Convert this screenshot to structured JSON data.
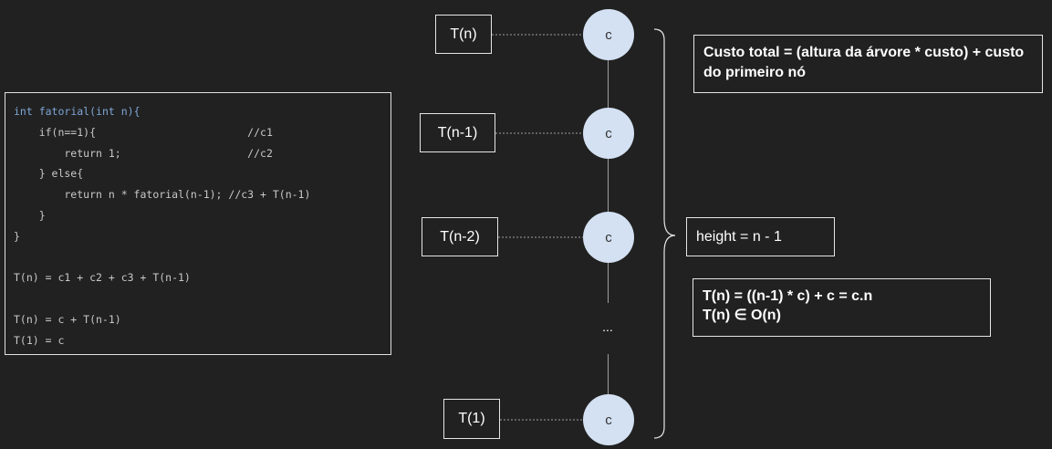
{
  "code": {
    "lines": [
      {
        "parts": [
          {
            "t": "int",
            "kw": true
          },
          {
            "t": " fatorial(",
            "kw": true
          },
          {
            "t": "int",
            "kw": true
          },
          {
            "t": " n){",
            "kw": true
          }
        ]
      },
      {
        "parts": [
          {
            "t": "    if(n==1){                        //c1"
          }
        ]
      },
      {
        "parts": [
          {
            "t": "        return 1;                    //c2"
          }
        ]
      },
      {
        "parts": [
          {
            "t": "    } else{"
          }
        ]
      },
      {
        "parts": [
          {
            "t": "        return n * fatorial(n-1); //c3 + T(n-1)"
          }
        ]
      },
      {
        "parts": [
          {
            "t": "    }"
          }
        ]
      },
      {
        "parts": [
          {
            "t": "}"
          }
        ]
      },
      {
        "parts": [
          {
            "t": ""
          }
        ]
      },
      {
        "parts": [
          {
            "t": "T(n) = c1 + c2 + c3 + T(n-1)"
          }
        ]
      },
      {
        "parts": [
          {
            "t": ""
          }
        ]
      },
      {
        "parts": [
          {
            "t": "T(n) = c + T(n-1)"
          }
        ]
      },
      {
        "parts": [
          {
            "t": "T(1) = c"
          }
        ]
      }
    ]
  },
  "tree": {
    "labels": [
      "T(n)",
      "T(n-1)",
      "T(n-2)",
      "T(1)"
    ],
    "node_label": "c",
    "ellipsis": "..."
  },
  "notes": {
    "total_cost": "Custo total = (altura da árvore * custo) + custo do primeiro nó",
    "height": "height = n - 1",
    "result_line1": "T(n) = ((n-1) * c) + c = c.n",
    "result_line2": "T(n) ∈ O(n)"
  },
  "colors": {
    "background": "#212121",
    "node_fill": "#d3e1f2",
    "keyword": "#7fa6d6",
    "border": "#e6e6e6"
  }
}
